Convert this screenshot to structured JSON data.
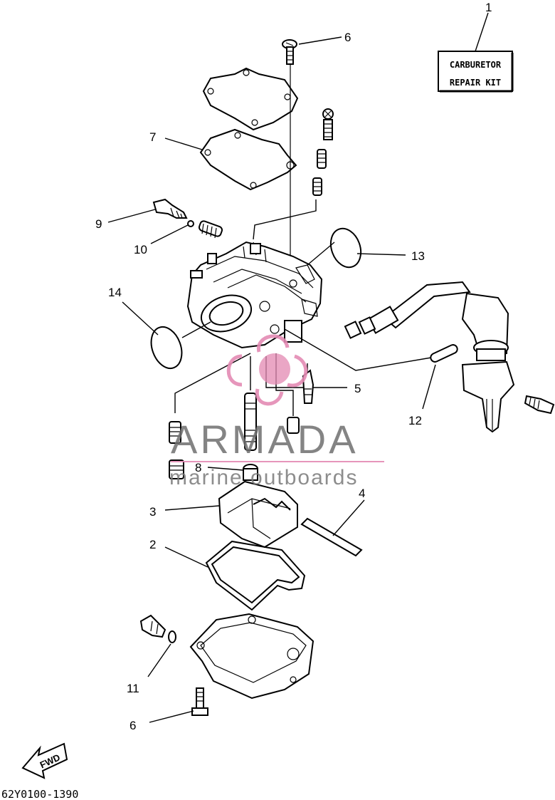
{
  "kit_box": {
    "line1": "CARBURETOR",
    "line2": "REPAIR KIT"
  },
  "callouts": [
    {
      "id": "c1",
      "text": "1"
    },
    {
      "id": "c6a",
      "text": "6"
    },
    {
      "id": "c7",
      "text": "7"
    },
    {
      "id": "c9",
      "text": "9"
    },
    {
      "id": "c10",
      "text": "10"
    },
    {
      "id": "c13",
      "text": "13"
    },
    {
      "id": "c14",
      "text": "14"
    },
    {
      "id": "c5",
      "text": "5"
    },
    {
      "id": "c12",
      "text": "12"
    },
    {
      "id": "c8",
      "text": "8"
    },
    {
      "id": "c4",
      "text": "4"
    },
    {
      "id": "c3",
      "text": "3"
    },
    {
      "id": "c2",
      "text": "2"
    },
    {
      "id": "c11",
      "text": "11"
    },
    {
      "id": "c6b",
      "text": "6"
    }
  ],
  "fwd_label": "FWD",
  "diagram_code": "62Y0100-1390",
  "watermark": {
    "brand": "ARMADA",
    "tagline": "marine outboards",
    "accent_color": "#e48bb4"
  }
}
